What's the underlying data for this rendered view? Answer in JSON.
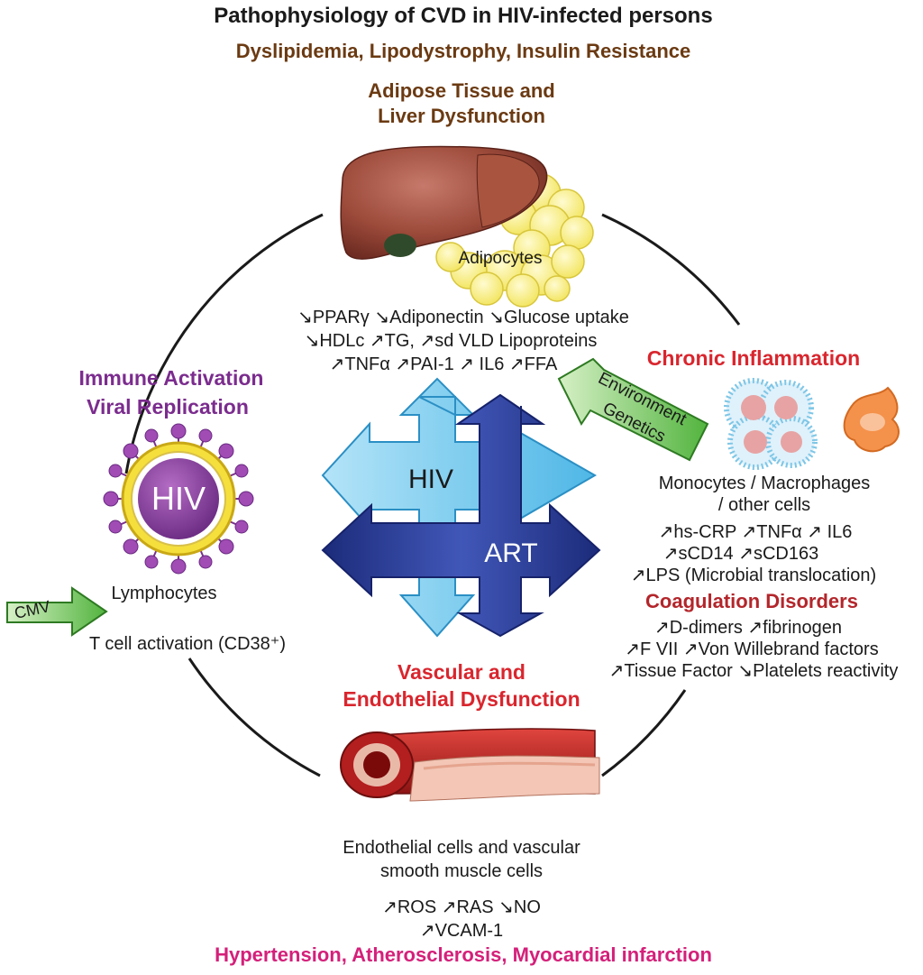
{
  "title": "Pathophysiology of CVD in HIV-infected persons",
  "top_subtitle": "Dyslipidemia, Lipodystrophy, Insulin Resistance",
  "adipose": {
    "heading_line1": "Adipose Tissue and",
    "heading_line2": "Liver Dysfunction",
    "adipocytes_label": "Adipocytes",
    "markers": [
      "↘PPARγ ↘Adiponectin ↘Glucose uptake",
      "↘HDLc ↗TG, ↗sd VLD Lipoproteins",
      "↗TNFα ↗PAI-1 ↗ IL6 ↗FFA"
    ]
  },
  "immune": {
    "heading_line1": "Immune Activation",
    "heading_line2": "Viral Replication",
    "virus_label": "HIV",
    "cmv_label": "CMV",
    "lymphocytes_label": "Lymphocytes",
    "tcell_label": "T cell activation (CD38⁺)"
  },
  "center": {
    "hiv_label": "HIV",
    "art_label": "ART"
  },
  "inflammation": {
    "heading": "Chronic Inflammation",
    "env_line1": "Environment",
    "env_line2": "Genetics",
    "cells_line1": "Monocytes / Macrophages",
    "cells_line2": "/ other cells",
    "markers": [
      "↗hs-CRP ↗TNFα ↗ IL6",
      "↗sCD14 ↗sCD163",
      "↗LPS (Microbial translocation)"
    ]
  },
  "coagulation": {
    "heading": "Coagulation Disorders",
    "markers": [
      "↗D-dimers ↗fibrinogen",
      "↗F VII ↗Von Willebrand factors",
      "↗Tissue Factor ↘Platelets reactivity"
    ]
  },
  "vascular": {
    "heading_line1": "Vascular and",
    "heading_line2": "Endothelial Dysfunction",
    "cells_line1": "Endothelial cells and vascular",
    "cells_line2": "smooth muscle cells",
    "markers": [
      "↗ROS ↗RAS ↘NO",
      "↗VCAM-1"
    ]
  },
  "outcome": "Hypertension, Atherosclerosis, Myocardial infarction",
  "colors": {
    "brown": "#6b3a12",
    "purple": "#7b2c8e",
    "red": "#d9262e",
    "magenta": "#d4207a",
    "hiv_arrow": "#6cc6ee",
    "art_arrow": "#2c3f9a",
    "green_arrow": "#5cb848"
  }
}
